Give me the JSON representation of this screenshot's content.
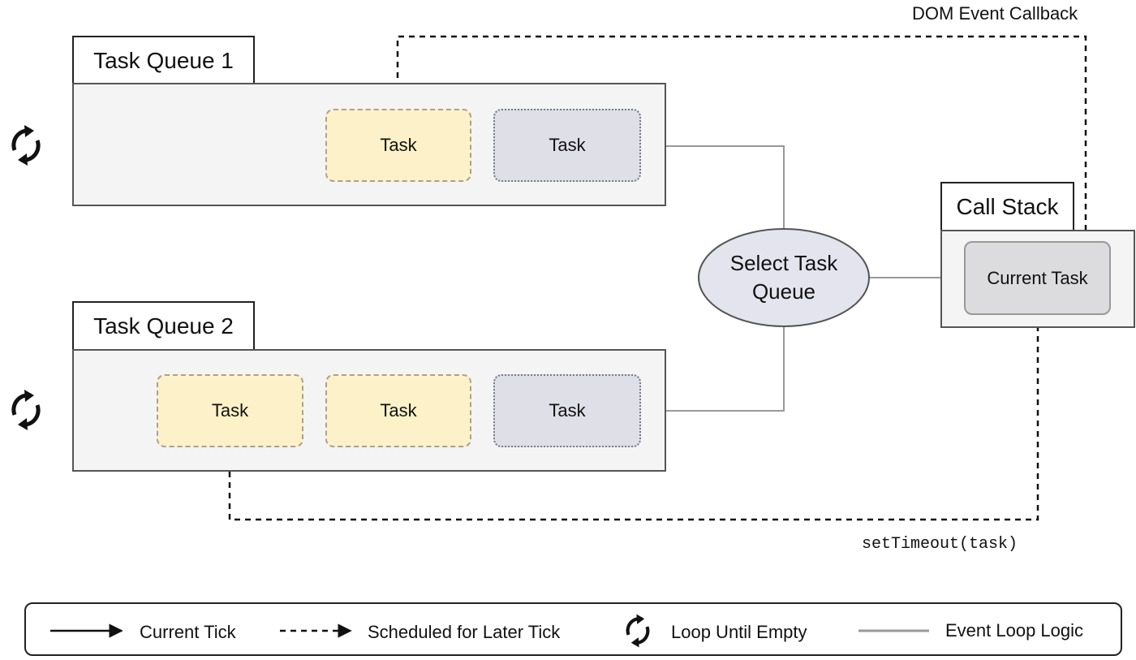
{
  "queues": [
    {
      "title": "Task Queue 1",
      "tasks": [
        "Task",
        "Task"
      ]
    },
    {
      "title": "Task Queue 2",
      "tasks": [
        "Task",
        "Task",
        "Task"
      ]
    }
  ],
  "selector": {
    "line1": "Select Task",
    "line2": "Queue"
  },
  "call_stack": {
    "title": "Call Stack",
    "current": "Current Task"
  },
  "annotations": {
    "dom_event": "DOM Event Callback",
    "set_timeout": "setTimeout(task)"
  },
  "legend": {
    "current_tick": "Current Tick",
    "scheduled": "Scheduled for Later Tick",
    "loop": "Loop Until Empty",
    "logic": "Event Loop Logic"
  },
  "icons": [
    "loop-icon",
    "arrow-solid",
    "arrow-dashed"
  ],
  "colors": {
    "scheduled_task": "#fdf1c9",
    "current_task": "#dfdfe8",
    "ellipse": "#e4e4ee",
    "queue_bg": "#f4f4f4"
  }
}
